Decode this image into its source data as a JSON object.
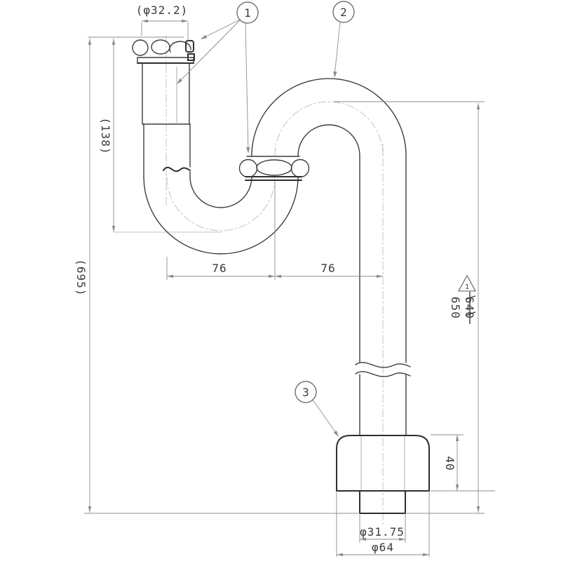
{
  "drawing": {
    "dims": {
      "inlet_od": "(φ32.2)",
      "trap_depth": "(138)",
      "overall_height": "(695)",
      "offset_left": "76",
      "offset_right": "76",
      "outlet_height": "650",
      "outlet_height_old": "640",
      "socket_height": "40",
      "tail_od": "φ31.75",
      "socket_od": "φ64"
    },
    "balloons": {
      "one": "1",
      "two": "2",
      "three": "3"
    },
    "revision": {
      "triangle_label": "1"
    },
    "colors": {
      "object_line": "#3d3d3d",
      "dim_line": "#8c8c8c",
      "centerline": "#bdbdbd",
      "background": "#ffffff",
      "text": "#3a3a3a"
    }
  }
}
